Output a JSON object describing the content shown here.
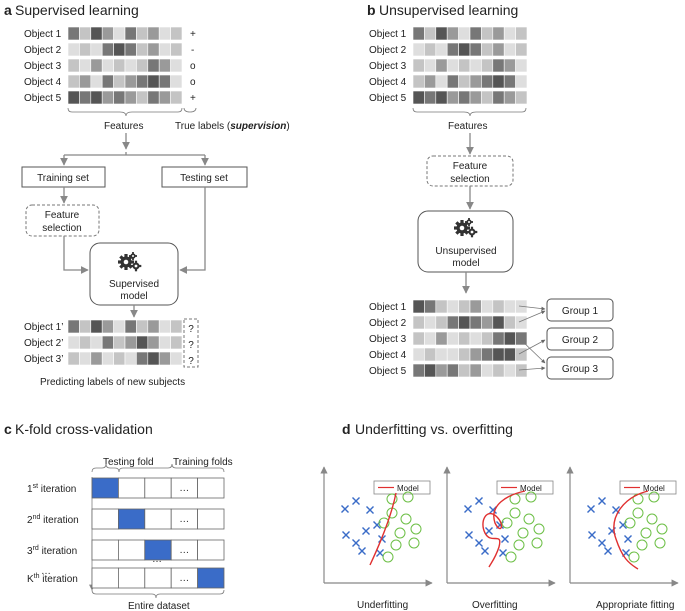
{
  "panel_a": {
    "letter": "a",
    "title": "Supervised learning",
    "objects": [
      "Object 1",
      "Object 2",
      "Object 3",
      "Object 4",
      "Object 5"
    ],
    "labels": [
      "+",
      "-",
      "o",
      "o",
      "+"
    ],
    "features_label": "Features",
    "true_labels_prefix": "True labels (",
    "true_labels_em": "supervision",
    "true_labels_suffix": ")",
    "training_set": "Training set",
    "testing_set": "Testing set",
    "feature_selection": [
      "Feature",
      "selection"
    ],
    "model": [
      "Supervised",
      "model"
    ],
    "new_objects": [
      "Object 1’",
      "Object 2’",
      "Object 3’"
    ],
    "question": "?",
    "predicting": "Predicting labels of new subjects"
  },
  "panel_b": {
    "letter": "b",
    "title": "Unsupervised learning",
    "objects": [
      "Object 1",
      "Object 2",
      "Object 3",
      "Object 4",
      "Object 5"
    ],
    "features_label": "Features",
    "feature_selection": [
      "Feature",
      "selection"
    ],
    "model": [
      "Unsupervised",
      "model"
    ],
    "groups": [
      "Group 1",
      "Group 2",
      "Group 3"
    ]
  },
  "panel_c": {
    "letter": "c",
    "title": "K-fold cross-validation",
    "testing_fold": "Testing fold",
    "training_folds": "Training folds",
    "iterations": [
      {
        "base": "1",
        "sup": "st",
        "rest": " iteration"
      },
      {
        "base": "2",
        "sup": "nd",
        "rest": " iteration"
      },
      {
        "base": "3",
        "sup": "rd",
        "rest": " iteration"
      },
      {
        "base": "K",
        "sup": "th",
        "rest": " iteration"
      }
    ],
    "ellipsis": "…",
    "entire_dataset": "Entire dataset",
    "fold_color": "#3a6cc8"
  },
  "panel_d": {
    "letter": "d",
    "title": "Underfitting vs. overfitting",
    "legend": "Model",
    "captions": [
      "Underfitting",
      "Overfitting",
      "Appropriate fitting"
    ],
    "model_color": "#e03030",
    "cross_color": "#3a6cc8",
    "circle_color": "#6cbf45"
  },
  "heatmap_colors": {
    "dark": "#555555",
    "mid_dark": "#777777",
    "mid": "#9a9a9a",
    "light": "#c4c4c4",
    "lighter": "#dedede"
  }
}
